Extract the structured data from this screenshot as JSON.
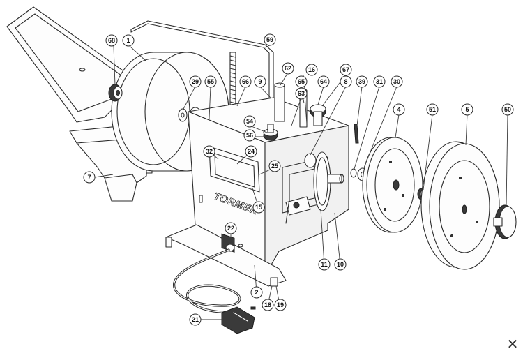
{
  "diagram": {
    "brand_label": "TORMEK",
    "callouts": [
      {
        "id": "68",
        "label": "68"
      },
      {
        "id": "1",
        "label": "1"
      },
      {
        "id": "59",
        "label": "59"
      },
      {
        "id": "62",
        "label": "62"
      },
      {
        "id": "16",
        "label": "16"
      },
      {
        "id": "67",
        "label": "67"
      },
      {
        "id": "29",
        "label": "29"
      },
      {
        "id": "55",
        "label": "55"
      },
      {
        "id": "66",
        "label": "66"
      },
      {
        "id": "9",
        "label": "9"
      },
      {
        "id": "65",
        "label": "65"
      },
      {
        "id": "63",
        "label": "63"
      },
      {
        "id": "64",
        "label": "64"
      },
      {
        "id": "8",
        "label": "8"
      },
      {
        "id": "39",
        "label": "39"
      },
      {
        "id": "31",
        "label": "31"
      },
      {
        "id": "30",
        "label": "30"
      },
      {
        "id": "54",
        "label": "54"
      },
      {
        "id": "56",
        "label": "56"
      },
      {
        "id": "4",
        "label": "4"
      },
      {
        "id": "51",
        "label": "51"
      },
      {
        "id": "5",
        "label": "5"
      },
      {
        "id": "50",
        "label": "50"
      },
      {
        "id": "32",
        "label": "32"
      },
      {
        "id": "24",
        "label": "24"
      },
      {
        "id": "25",
        "label": "25"
      },
      {
        "id": "7",
        "label": "7"
      },
      {
        "id": "15",
        "label": "15"
      },
      {
        "id": "22",
        "label": "22"
      },
      {
        "id": "11",
        "label": "11"
      },
      {
        "id": "10",
        "label": "10"
      },
      {
        "id": "2",
        "label": "2"
      },
      {
        "id": "18",
        "label": "18"
      },
      {
        "id": "19",
        "label": "19"
      },
      {
        "id": "21",
        "label": "21"
      }
    ]
  },
  "close_button": {
    "glyph": "✕"
  }
}
